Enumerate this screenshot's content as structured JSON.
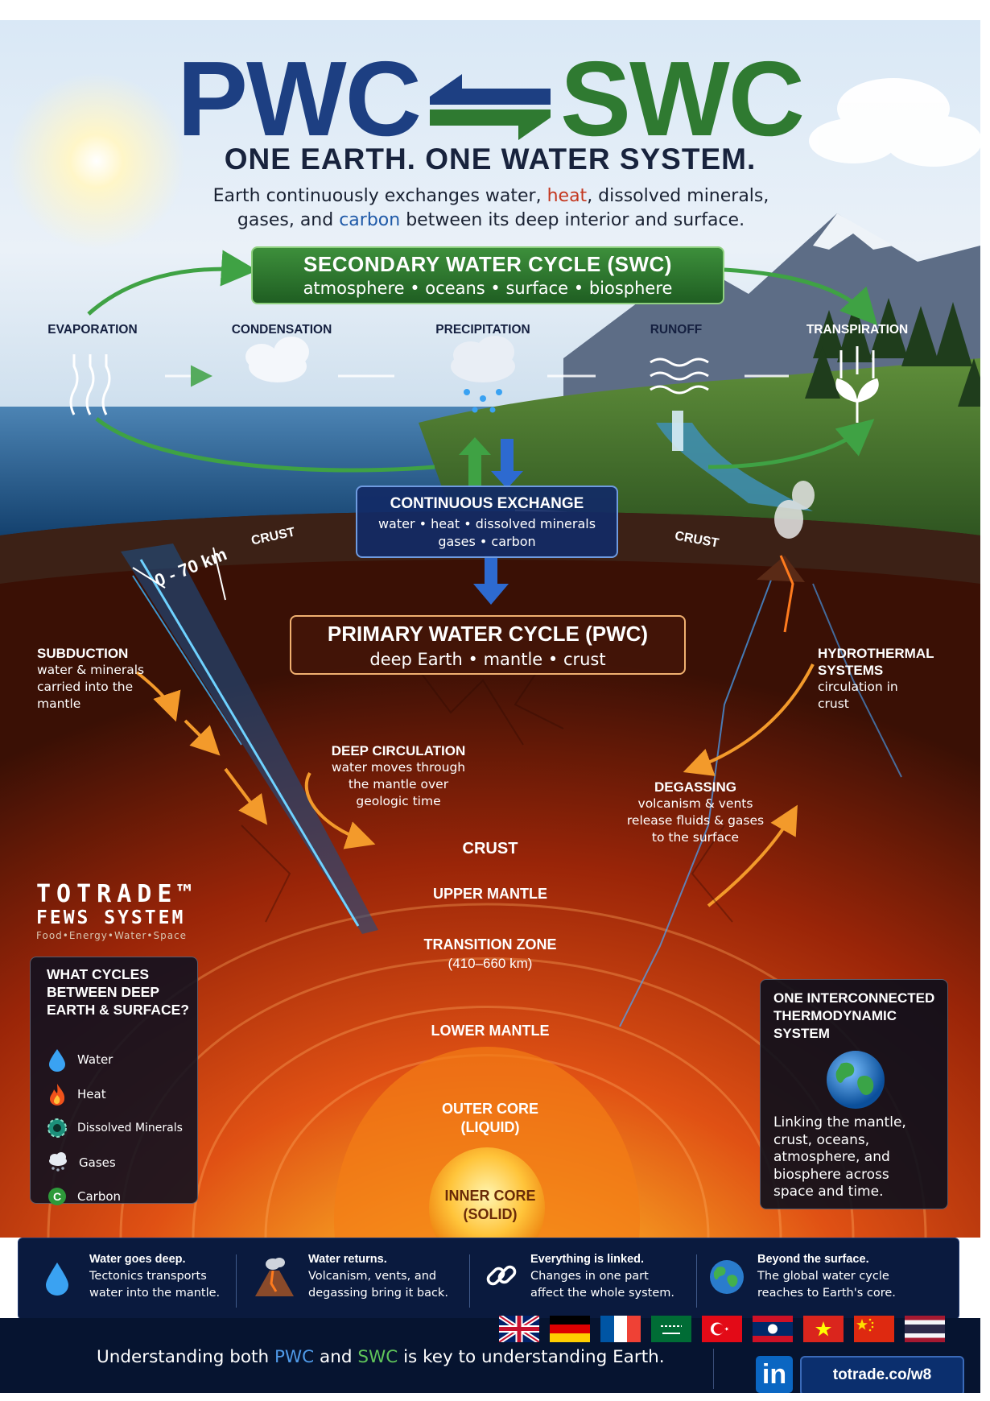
{
  "title": {
    "left": "PWC",
    "right": "SWC"
  },
  "tagline": "ONE EARTH. ONE WATER SYSTEM.",
  "intro": {
    "p1": "Earth continuously exchanges water, ",
    "heat": "heat",
    "p2": ", dissolved minerals,",
    "p3": "gases, and ",
    "carbon": "carbon",
    "p4": " between its deep interior and surface."
  },
  "swc_box": {
    "heading": "SECONDARY WATER CYCLE (SWC)",
    "sub": "atmosphere • oceans • surface • biosphere"
  },
  "stages": [
    "EVAPORATION",
    "CONDENSATION",
    "PRECIPITATION",
    "RUNOFF",
    "TRANSPIRATION"
  ],
  "exchange_box": {
    "heading": "CONTINUOUS EXCHANGE",
    "line1": "water • heat • dissolved minerals",
    "line2": "gases • carbon"
  },
  "crust_labels": {
    "left": "CRUST",
    "right": "CRUST",
    "depth": "0 - 70 km"
  },
  "pwc_box": {
    "heading": "PRIMARY WATER CYCLE (PWC)",
    "sub": "deep Earth • mantle • crust"
  },
  "subduction": {
    "heading": "SUBDUCTION",
    "l1": "water & minerals",
    "l2": "carried into the",
    "l3": "mantle"
  },
  "hydrothermal": {
    "h1": "HYDROTHERMAL",
    "h2": "SYSTEMS",
    "l1": "circulation in",
    "l2": "crust"
  },
  "deep_circulation": {
    "heading": "DEEP CIRCULATION",
    "l1": "water moves through",
    "l2": "the mantle over",
    "l3": "geologic time"
  },
  "degassing": {
    "heading": "DEGASSING",
    "l1": "volcanism & vents",
    "l2": "release fluids & gases",
    "l3": "to the surface"
  },
  "layers": {
    "crust": "CRUST",
    "upper_mantle": "UPPER MANTLE",
    "transition_zone": "TRANSITION ZONE",
    "transition_depth": "(410–660 km)",
    "lower_mantle": "LOWER MANTLE",
    "outer_core": "OUTER CORE",
    "outer_core_state": "(LIQUID)",
    "inner_core": "INNER CORE",
    "inner_core_state": "(SOLID)"
  },
  "brand": {
    "line1": "TOTRADE™",
    "line2": "FEWS SYSTEM",
    "line3": "Food•Energy•Water•Space"
  },
  "cycles_box": {
    "h1": "WHAT CYCLES",
    "h2": "BETWEEN DEEP",
    "h3": "EARTH & SURFACE?",
    "items": [
      "Water",
      "Heat",
      "Dissolved Minerals",
      "Gases",
      "Carbon"
    ]
  },
  "system_box": {
    "h1": "ONE INTERCONNECTED",
    "h2": "THERMODYNAMIC",
    "h3": "SYSTEM",
    "t1": "Linking the mantle,",
    "t2": "crust, oceans,",
    "t3": "atmosphere, and",
    "t4": "biosphere across",
    "t5": "space and time."
  },
  "bottom_items": [
    {
      "heading": "Water goes deep.",
      "l1": "Tectonics transports",
      "l2": "water into the mantle."
    },
    {
      "heading": "Water returns.",
      "l1": "Volcanism, vents, and",
      "l2": "degassing bring it back."
    },
    {
      "heading": "Everything is linked.",
      "l1": "Changes in one part",
      "l2": "affect the whole system."
    },
    {
      "heading": "Beyond the surface.",
      "l1": "The global water cycle",
      "l2": "reaches to Earth's core."
    }
  ],
  "closing": {
    "p1": "Understanding both ",
    "pwc": "PWC",
    "p2": " and ",
    "swc": "SWC",
    "p3": " is key to understanding Earth."
  },
  "social": {
    "linkedin": "in",
    "url": "totrade.co/w8"
  },
  "flags": [
    "uk-flag",
    "germany-flag",
    "france-flag",
    "saudi-arabia-flag",
    "turkey-flag",
    "laos-flag",
    "vietnam-flag",
    "china-flag",
    "thailand-flag"
  ],
  "colors": {
    "pwc_blue": "#1d3f82",
    "swc_green": "#2f7a31",
    "heat_red": "#c4371f",
    "magma_orange": "#f0901e"
  }
}
